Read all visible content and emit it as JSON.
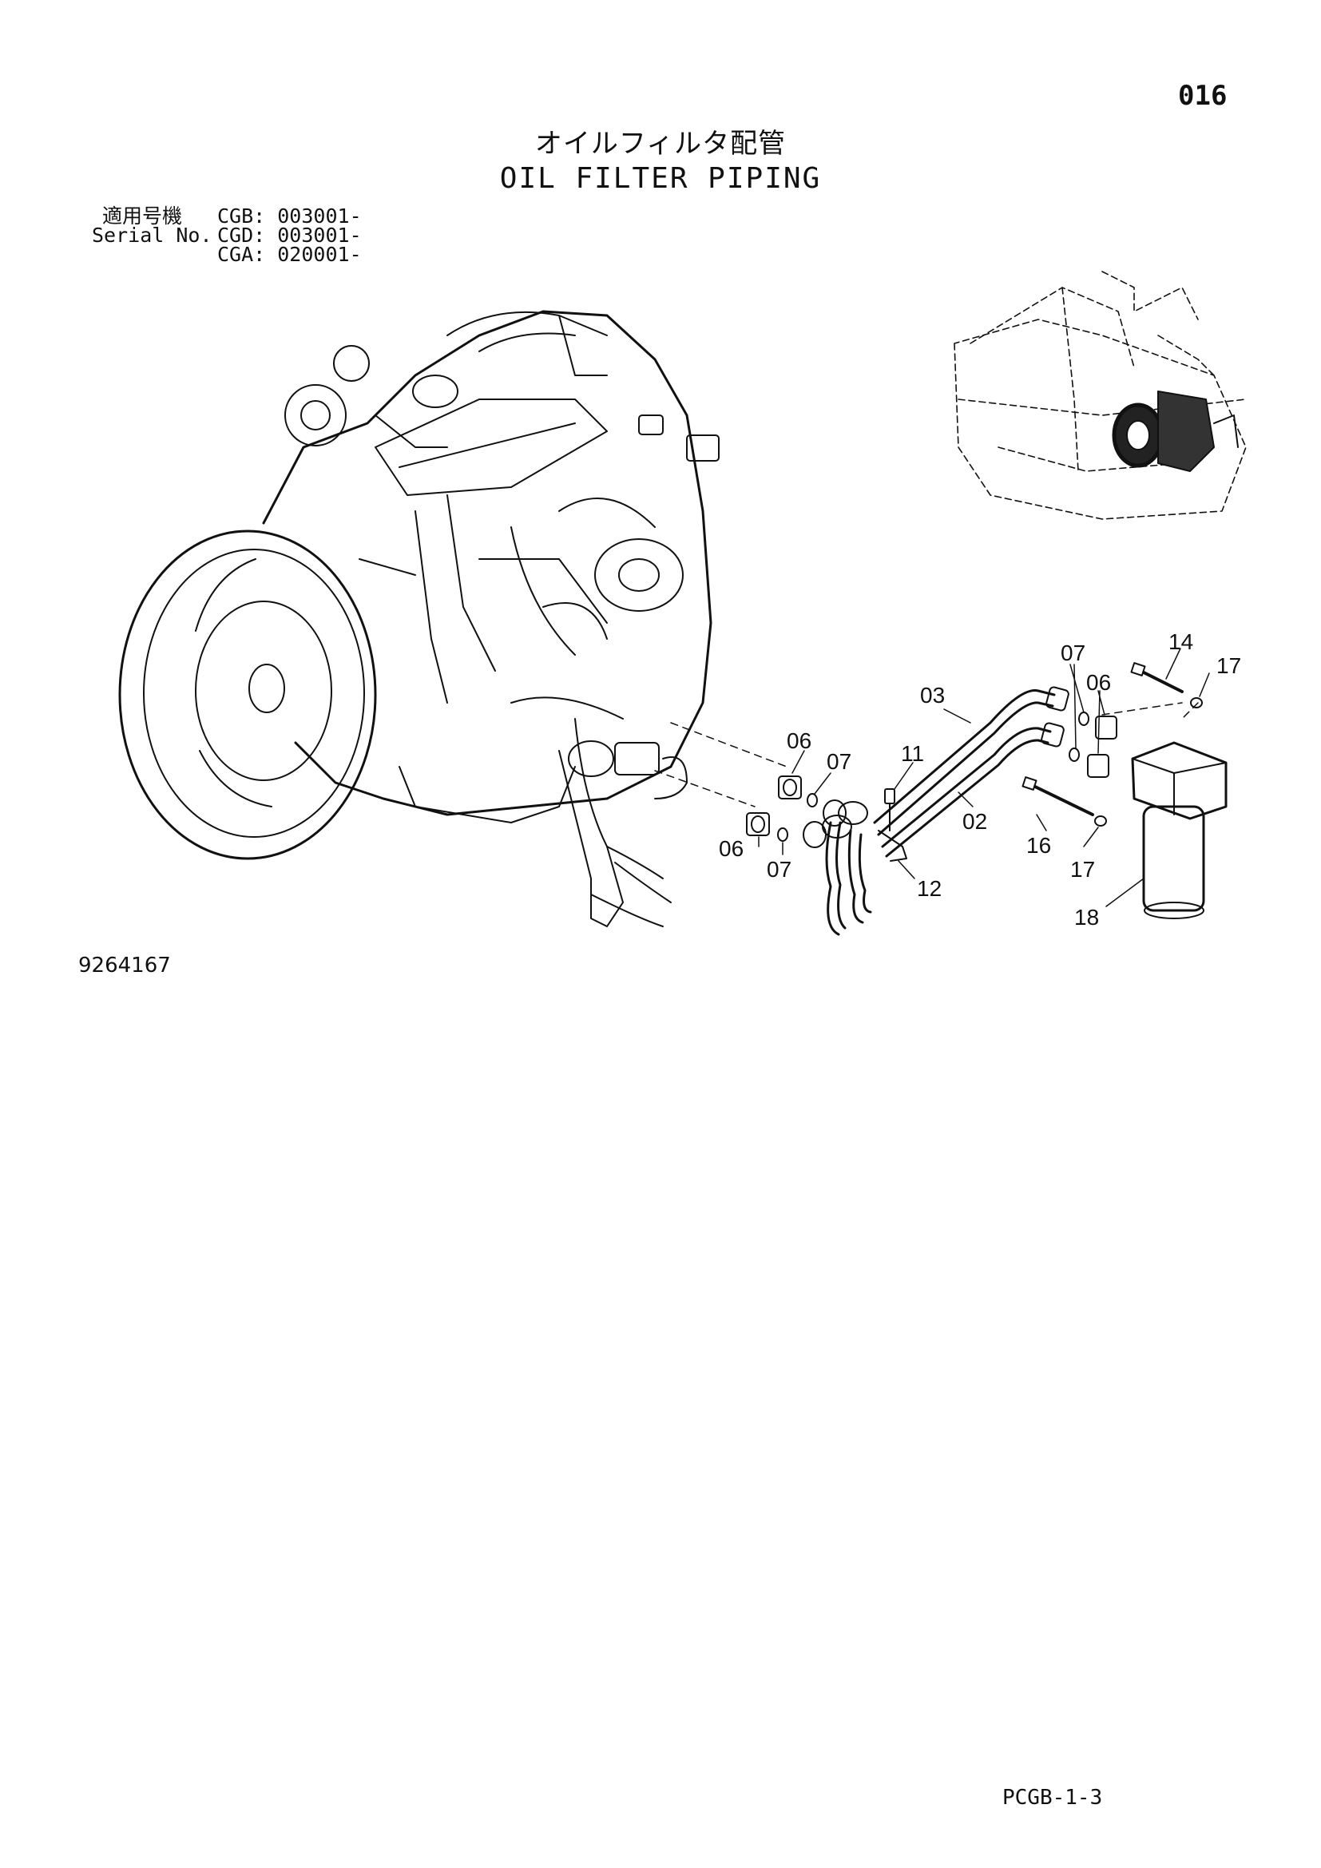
{
  "page_number": "016",
  "title_jp": "オイルフィルタ配管",
  "title_en": "OIL FILTER PIPING",
  "serial": {
    "label_jp": "適用号機",
    "label_en": "Serial No.",
    "entries": [
      "CGB: 003001-",
      "CGD: 003001-",
      "CGA: 020001-"
    ]
  },
  "callouts": {
    "c03": "03",
    "c07_top": "07",
    "c14": "14",
    "c17_top": "17",
    "c06_top": "06",
    "c06_left_upper": "06",
    "c07_mid": "07",
    "c11": "11",
    "c02": "02",
    "c16": "16",
    "c06_left_lower": "06",
    "c07_left_lower": "07",
    "c12": "12",
    "c17_bottom": "17",
    "c18": "18"
  },
  "drawing_number": "9264167",
  "sheet_code": "PCGB-1-3"
}
